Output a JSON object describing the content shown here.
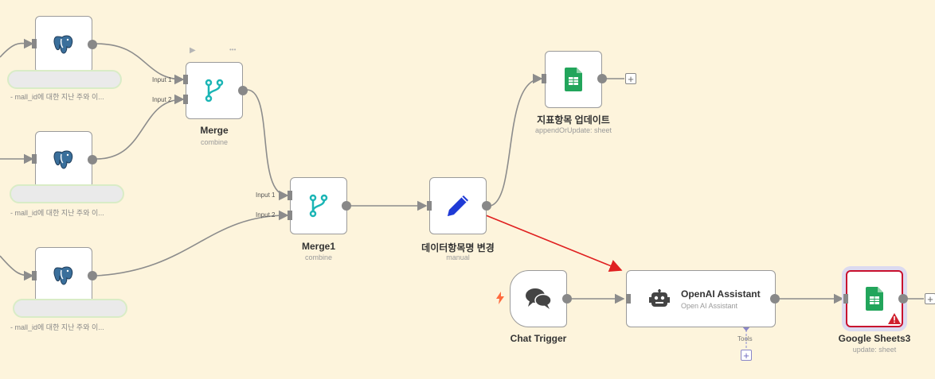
{
  "canvas": {
    "background": "#fdf4dc",
    "wire_color": "#8c8c8c",
    "error_edge_color": "#e02020"
  },
  "toolbar": {
    "run_icon": "▶",
    "more_icon": "•••"
  },
  "postgres_nodes": [
    {
      "note": "- mall_id에 대한 지난 주와 이..."
    },
    {
      "note": "- mall_id에 대한 지난 주와 이..."
    },
    {
      "note": "- mall_id에 대한 지난 주와 이..."
    }
  ],
  "merge": {
    "name": "Merge",
    "subtitle": "combine",
    "input1": "Input 1",
    "input2": "Input 2",
    "color": "#1bb5b5"
  },
  "merge1": {
    "name": "Merge1",
    "subtitle": "combine",
    "input1": "Input 1",
    "input2": "Input 2"
  },
  "rename": {
    "name": "데이터항목명 변경",
    "subtitle": "manual",
    "color": "#1f3ad6"
  },
  "sheet_update": {
    "name": "지표항목 업데이트",
    "subtitle": "appendOrUpdate: sheet",
    "color": "#22a55b"
  },
  "chat_trigger": {
    "name": "Chat Trigger",
    "bolt_color": "#ff6a3d"
  },
  "openai": {
    "name": "OpenAI Assistant",
    "subtitle": "Open AI Assistant",
    "tools_label": "Tools"
  },
  "google_sheets3": {
    "name": "Google Sheets3",
    "subtitle": "update: sheet",
    "warn_color": "#d0202e"
  },
  "plus_symbol": "+"
}
